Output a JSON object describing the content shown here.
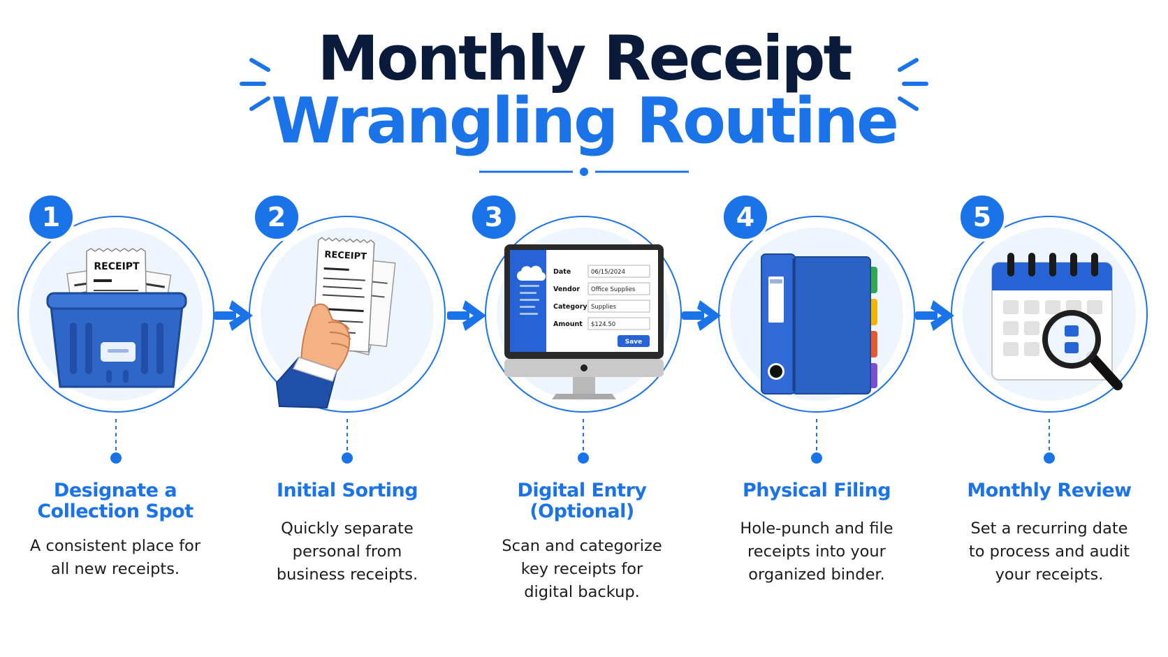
{
  "title": {
    "line1": "Monthly Receipt",
    "line2": "Wrangling Routine"
  },
  "colors": {
    "primary": "#1a73e8",
    "dark": "#0a1a3a",
    "circle_fill": "#eef5fd",
    "ring": "#1a73e8"
  },
  "steps": [
    {
      "number": "1",
      "icon": "basket-icon",
      "title": [
        "Designate a",
        "Collection Spot"
      ],
      "desc": [
        "A consistent place for",
        "all new receipts."
      ],
      "receipt_label": "RECEIPT"
    },
    {
      "number": "2",
      "icon": "hand-receipts-icon",
      "title": [
        "Initial Sorting"
      ],
      "desc": [
        "Quickly separate",
        "personal from",
        "business receipts."
      ],
      "receipt_label": "RECEIPT"
    },
    {
      "number": "3",
      "icon": "monitor-icon",
      "title": [
        "Digital Entry",
        "(Optional)"
      ],
      "desc": [
        "Scan and categorize",
        "key receipts for",
        "digital backup."
      ],
      "form": {
        "date_label": "Date",
        "date_value": "06/15/2024",
        "vendor_label": "Vendor",
        "vendor_value": "Office Supplies",
        "category_label": "Category",
        "category_value": "Supplies",
        "amount_label": "Amount",
        "amount_value": "$124.50",
        "save_label": "Save"
      }
    },
    {
      "number": "4",
      "icon": "binder-icon",
      "title": [
        "Physical Filing"
      ],
      "desc": [
        "Hole-punch and file",
        "receipts into your",
        "organized binder."
      ]
    },
    {
      "number": "5",
      "icon": "calendar-magnifier-icon",
      "title": [
        "Monthly Review"
      ],
      "desc": [
        "Set a recurring date",
        "to process and audit",
        "your receipts."
      ]
    }
  ]
}
